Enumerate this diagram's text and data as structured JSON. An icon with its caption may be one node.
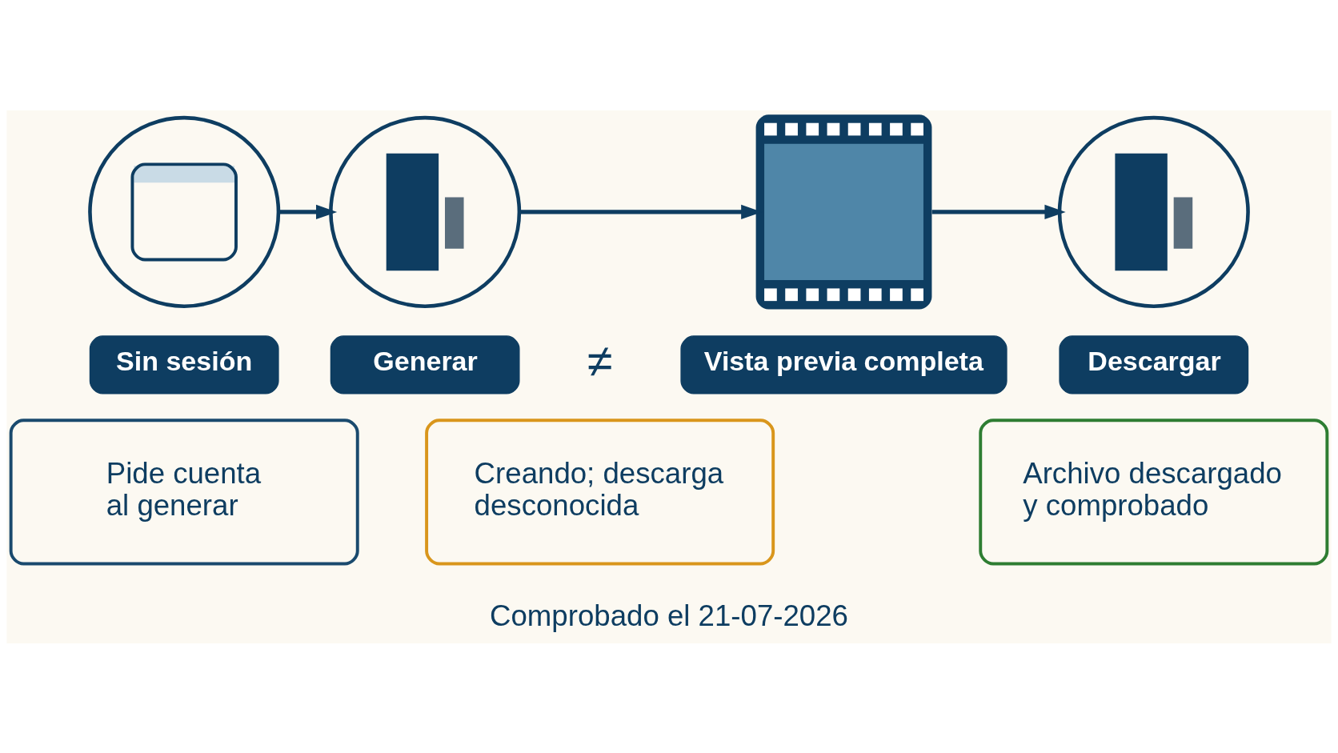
{
  "diagram": {
    "caption": "Comprobado el 21-07-2026",
    "nodes": [
      {
        "text": [],
        "shape": "picture"
      },
      {
        "text": [
          "Sin sesión"
        ]
      },
      {
        "text": [],
        "shape": "picture"
      },
      {
        "text": [
          "Generar"
        ]
      },
      {
        "text": [],
        "shape": "picture"
      },
      {
        "text": [
          "Vista previa completa"
        ]
      },
      {
        "text": [],
        "shape": "picture"
      },
      {
        "text": [
          "Descargar"
        ]
      },
      {
        "text": [
          "Pide cuenta al generar"
        ]
      },
      {
        "text": [
          "Creando; descarga desconocida"
        ]
      },
      {
        "text": [
          "Archivo descargado y comprobado"
        ]
      }
    ],
    "edges": [
      {
        "from": 0,
        "to": 2,
        "arrow": "to"
      },
      {
        "from": 2,
        "to": 4,
        "arrow": "to"
      },
      {
        "from": 4,
        "to": 6,
        "arrow": "to"
      }
    ],
    "labels": [
      "≠"
    ]
  }
}
